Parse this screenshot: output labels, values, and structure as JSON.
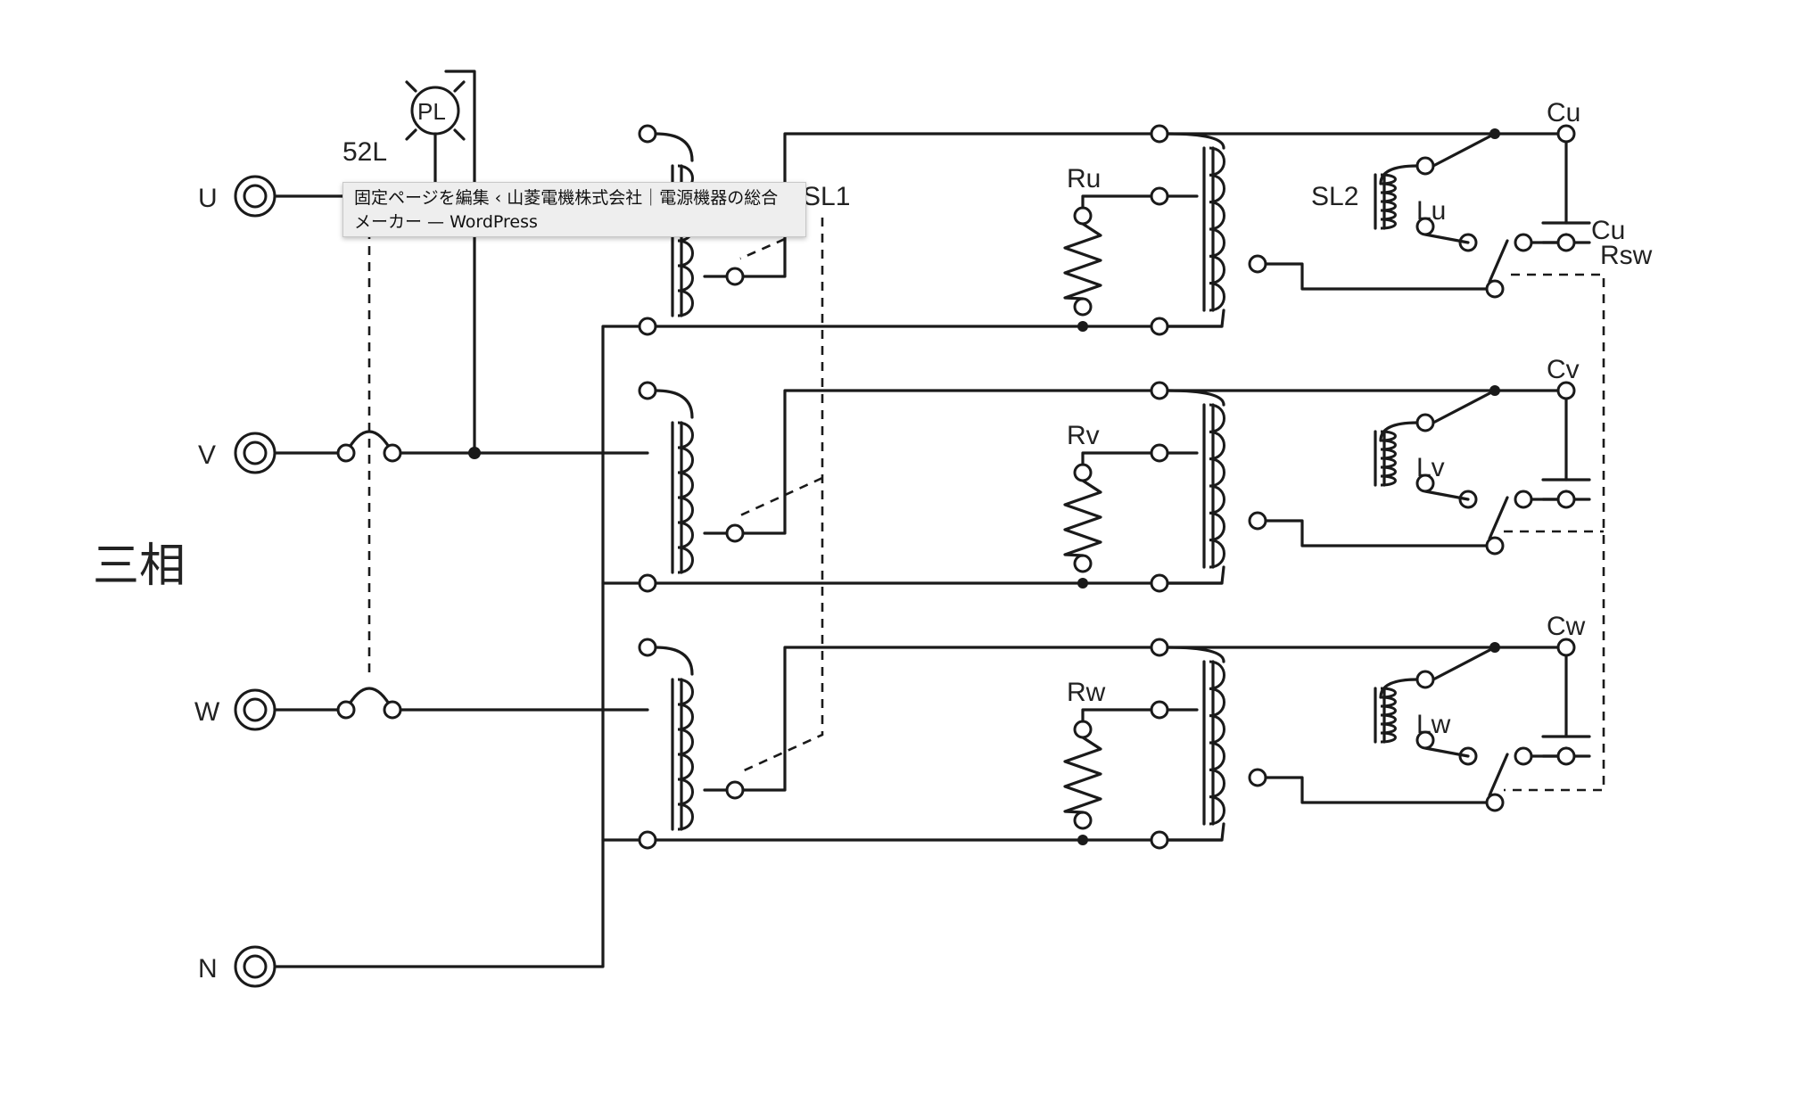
{
  "tooltip": {
    "text": "固定ページを編集 ‹ 山菱電機株式会社｜電源機器の総合メーカー — WordPress"
  },
  "diagram": {
    "title": "三相",
    "terminals": [
      "U",
      "V",
      "W",
      "N"
    ],
    "labels": {
      "pl": "PL",
      "breaker": "52L",
      "slide1": "SL1",
      "slide2": "SL2",
      "rswitch": "Rsw"
    },
    "phases": [
      {
        "R": "Ru",
        "L": "Lu",
        "C": "Cu",
        "C2": "Cu"
      },
      {
        "R": "Rv",
        "L": "Lv",
        "C": "Cv"
      },
      {
        "R": "Rw",
        "L": "Lw",
        "C": "Cw"
      }
    ]
  }
}
